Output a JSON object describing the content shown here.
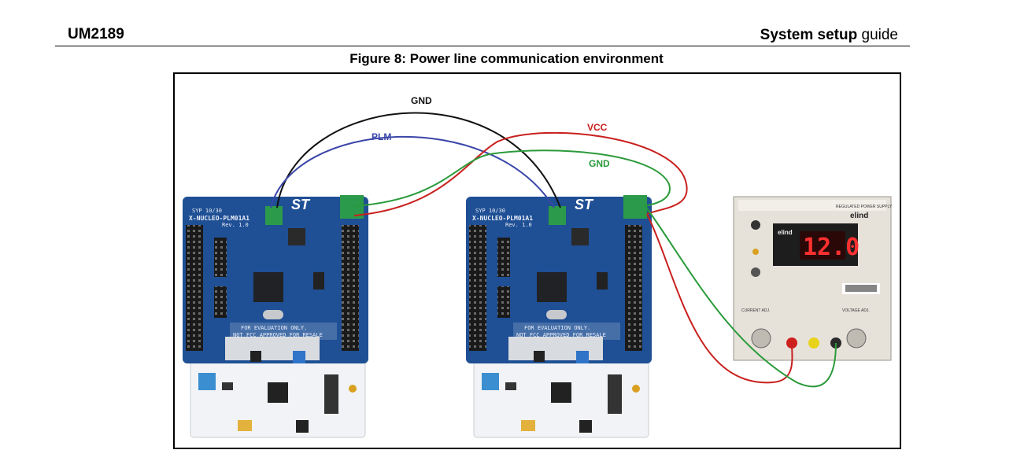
{
  "header": {
    "doc_id": "UM2189",
    "section_bold": "System setup",
    "section_rest": " guide"
  },
  "figure": {
    "caption": "Figure 8: Power line communication environment",
    "wires": {
      "gnd_top": "GND",
      "plm": "PLM",
      "vcc": "VCC",
      "gnd_right": "GND"
    },
    "colors": {
      "gnd_top": "#111111",
      "plm": "#3a46a8",
      "vcc": "#c8201e",
      "gnd_right": "#2a9a3a",
      "board": "#1f4f94",
      "nucleo": "#f1f3f6"
    },
    "boards": [
      {
        "name": "X-NUCLEO-PLM01A1",
        "rev": "Rev. 1.0",
        "code": "SYP 10/30",
        "warning1": "FOR EVALUATION ONLY.",
        "warning2": "NOT FCC APPROVED FOR RESALE"
      },
      {
        "name": "X-NUCLEO-PLM01A1",
        "rev": "Rev. 1.0",
        "code": "SYP 10/30",
        "warning1": "FOR EVALUATION ONLY.",
        "warning2": "NOT FCC APPROVED FOR RESALE"
      }
    ],
    "power_supply": {
      "brand": "elind",
      "brand_panel": "elind",
      "display_value": "12.0",
      "label_top": "REGULATED POWER SUPPLY",
      "label_current": "CURRENT ADJ.",
      "label_voltage": "VOLTAGE ADJ."
    }
  }
}
